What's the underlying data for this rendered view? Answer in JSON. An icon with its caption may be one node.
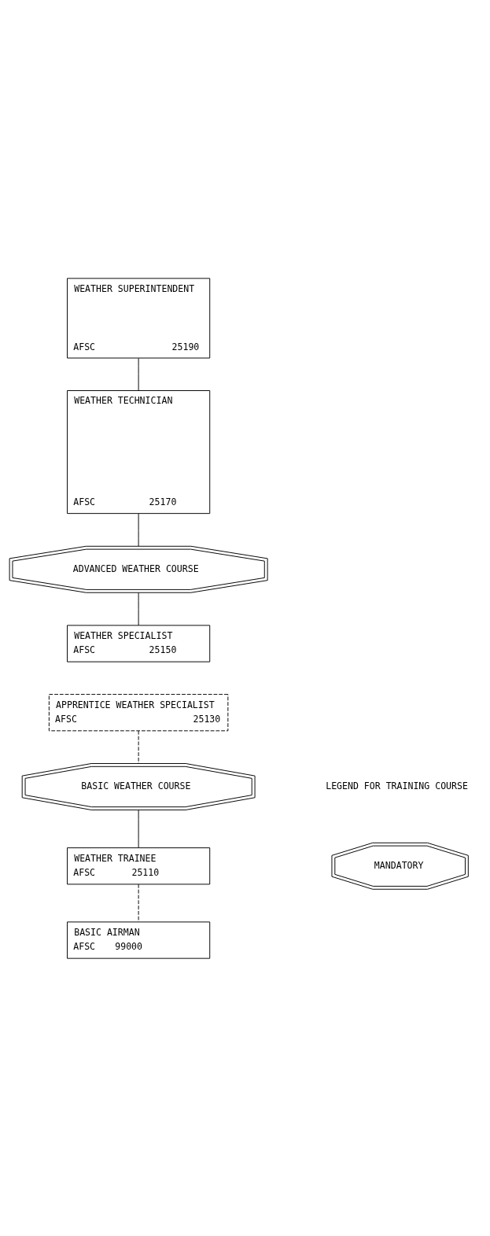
{
  "diagram": {
    "nodes": [
      {
        "text": [
          "WEATHER SUPERINTENDENT",
          "AFSC",
          "25190"
        ]
      },
      {
        "text": [
          "WEATHER TECHNICIAN",
          "AFSC",
          "25170"
        ]
      },
      {
        "text": [
          "ADVANCED WEATHER COURSE"
        ]
      },
      {
        "text": [
          "WEATHER SPECIALIST",
          "AFSC",
          "25150"
        ]
      },
      {
        "text": [
          "APPRENTICE WEATHER SPECIALIST",
          "AFSC",
          "25130"
        ]
      },
      {
        "text": [
          "BASIC WEATHER COURSE"
        ]
      },
      {
        "text": [
          "WEATHER TRAINEE",
          "AFSC",
          "25110"
        ]
      },
      {
        "text": [
          "BASIC AIRMAN",
          "AFSC",
          "99000"
        ]
      }
    ],
    "edges": [
      {
        "from": 0,
        "to": 1,
        "arrow": "none"
      },
      {
        "from": 1,
        "to": 2,
        "arrow": "none"
      },
      {
        "from": 2,
        "to": 3,
        "arrow": "none"
      },
      {
        "from": 4,
        "to": 5,
        "arrow": "none",
        "style": "dashed"
      },
      {
        "from": 5,
        "to": 6,
        "arrow": "none"
      },
      {
        "from": 6,
        "to": 7,
        "arrow": "none",
        "style": "dashed"
      }
    ],
    "labels": [
      "LEGEND FOR TRAINING COURSE"
    ],
    "legend": [
      {
        "text": "MANDATORY"
      }
    ]
  }
}
